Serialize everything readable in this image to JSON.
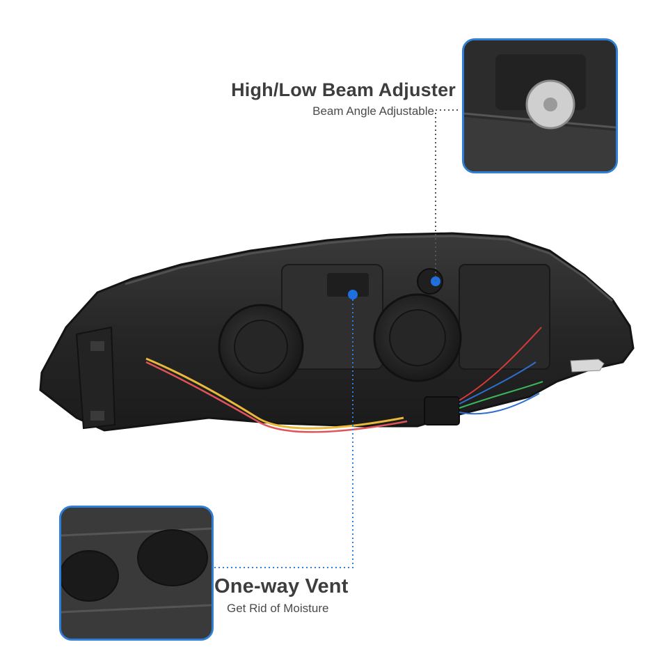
{
  "callouts": {
    "adjuster": {
      "title": "High/Low Beam Adjuster",
      "subtitle": "Beam Angle Adjustable"
    },
    "vent": {
      "title": "One-way Vent",
      "subtitle": "Get Rid of Moisture"
    }
  },
  "colors": {
    "accent": "#2f7fd6",
    "marker": "#1e6fe0",
    "housing": "#2b2b2b"
  }
}
